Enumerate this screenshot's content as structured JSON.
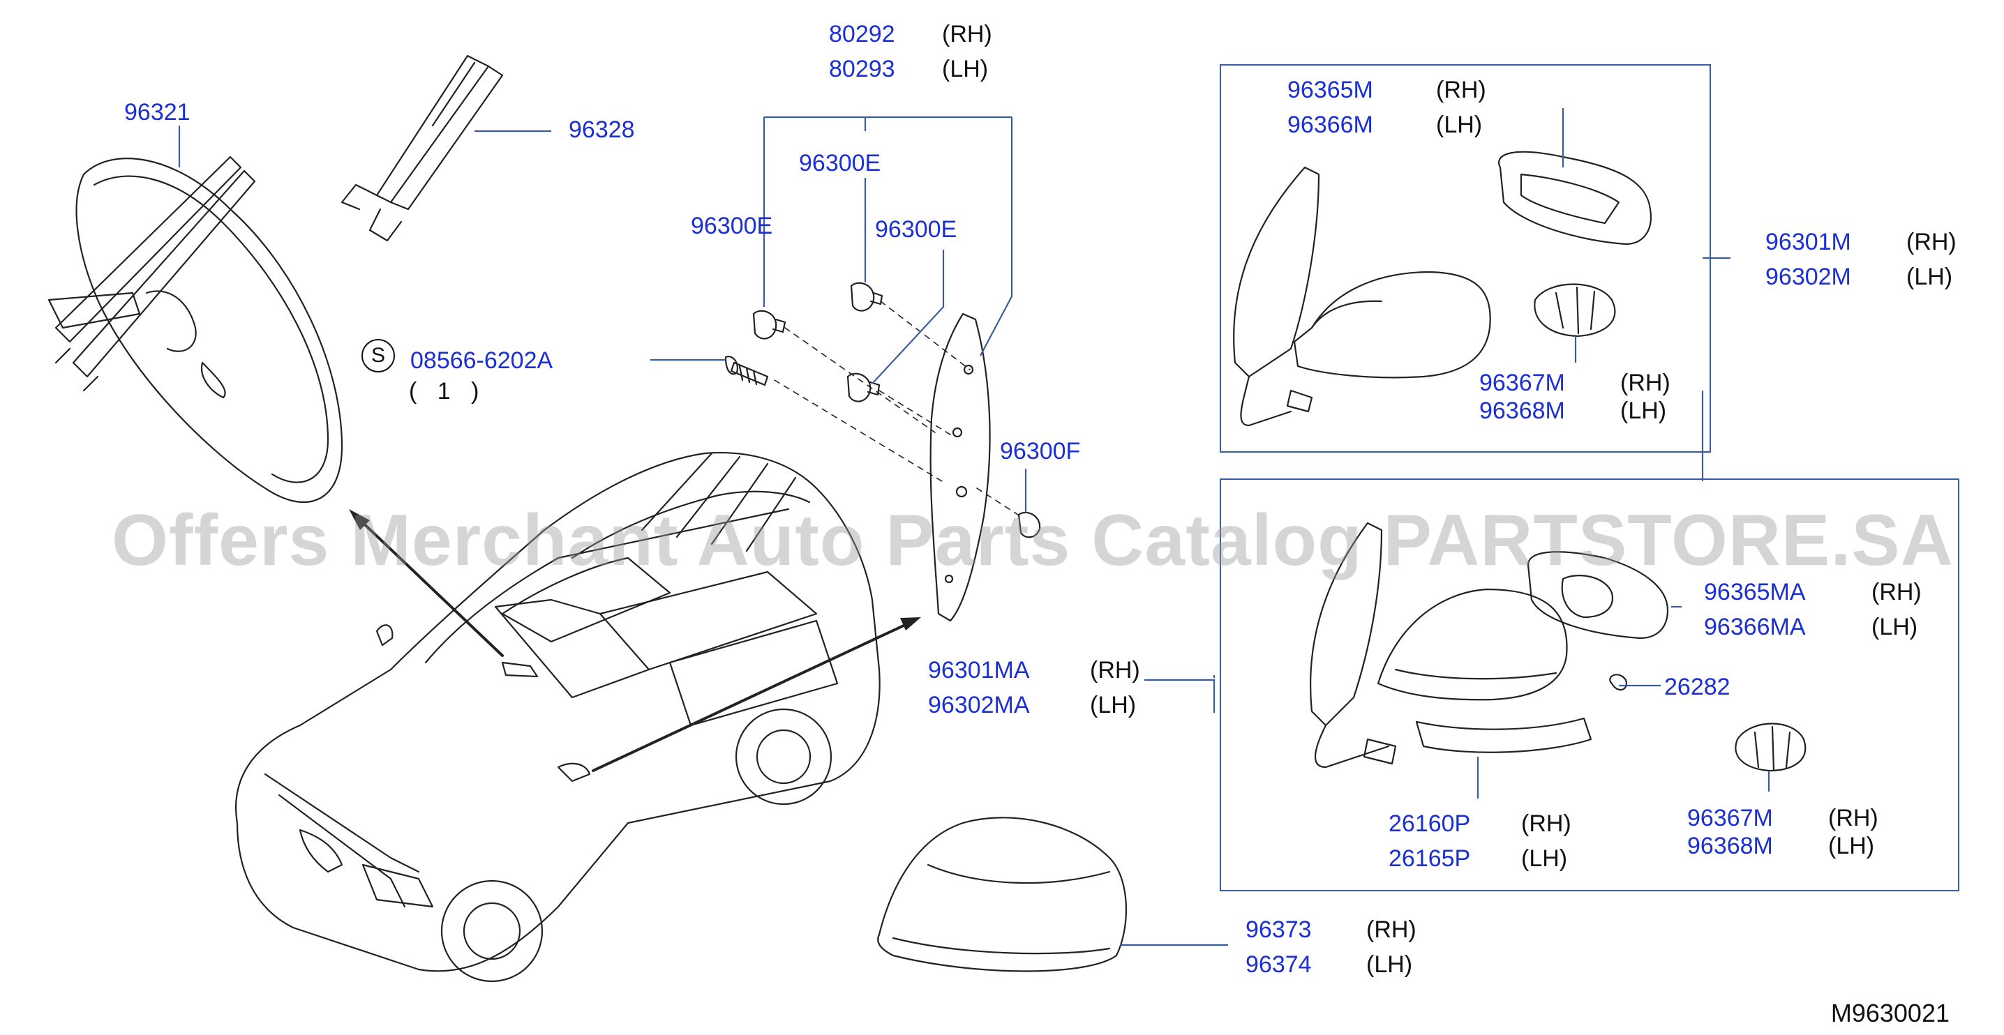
{
  "watermark": "Offers Merchant Auto Parts Catalog PARTSTORE.SA",
  "diagram_code": "M9630021",
  "symbol_s": "S",
  "quantity": "( 1 )",
  "labels": {
    "p96321": "96321",
    "p96328": "96328",
    "p80292": "80292",
    "p80293": "80293",
    "p96300E_a": "96300E",
    "p96300E_b": "96300E",
    "p96300E_c": "96300E",
    "p08566": "08566-6202A",
    "p96300F": "96300F",
    "p96301MA": "96301MA",
    "p96302MA": "96302MA",
    "p96365M": "96365M",
    "p96366M": "96366M",
    "p96301M": "96301M",
    "p96302M": "96302M",
    "p96367M_top": "96367M",
    "p96368M_top": "96368M",
    "p96365MA": "96365MA",
    "p96366MA": "96366MA",
    "p26282": "26282",
    "p26160P": "26160P",
    "p26165P": "26165P",
    "p96367M_bot": "96367M",
    "p96368M_bot": "96368M",
    "p96373": "96373",
    "p96374": "96374"
  },
  "sides": {
    "rh": "(RH)",
    "lh": "(LH)"
  },
  "colors": {
    "part_number": "#1a2fd6",
    "leader": "#3b5ba0",
    "drawing": "#222222"
  }
}
